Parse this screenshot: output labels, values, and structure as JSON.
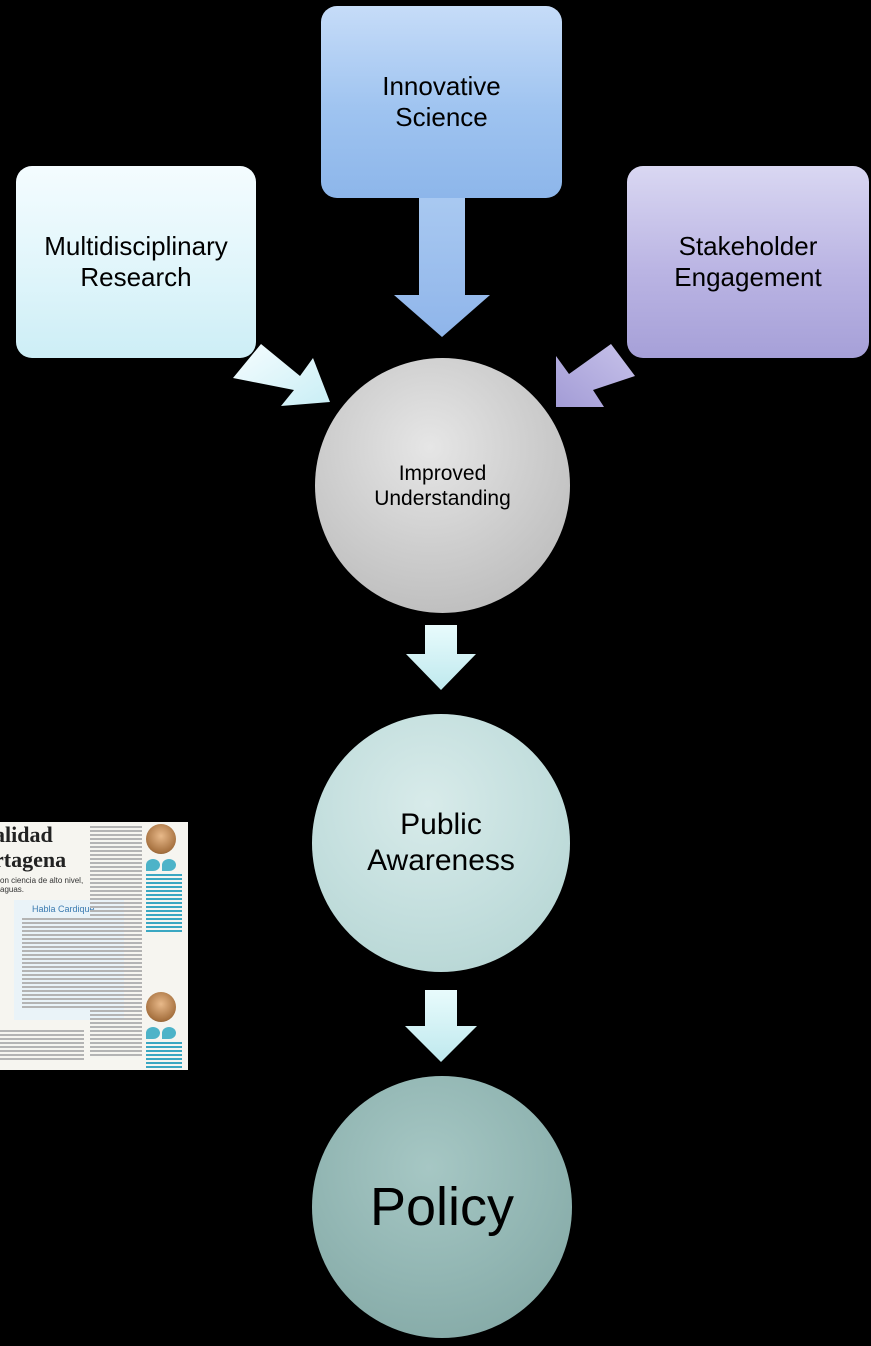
{
  "nodes": {
    "research": "Multidisciplinary\nResearch",
    "science": "Innovative\nScience",
    "stakeholder": "Stakeholder\nEngagement",
    "understanding": "Improved\nUnderstanding",
    "awareness": "Public\nAwareness",
    "policy": "Policy"
  },
  "colors": {
    "background": "#000000",
    "research_box": "#e2f6fb",
    "science_box": "#9ec3f0",
    "stakeholder_box": "#bab4e3",
    "understanding_circle": "#cfcfcf",
    "awareness_circle": "#c4dfde",
    "policy_circle": "#92b6b3",
    "down_arrows": "#d6f4f6"
  },
  "newspaper": {
    "headline": "alidad\nrtagena",
    "subhead": "on ciencia de alto nivel,\n aguas.",
    "sidebar_title": "Habla Cardique"
  }
}
